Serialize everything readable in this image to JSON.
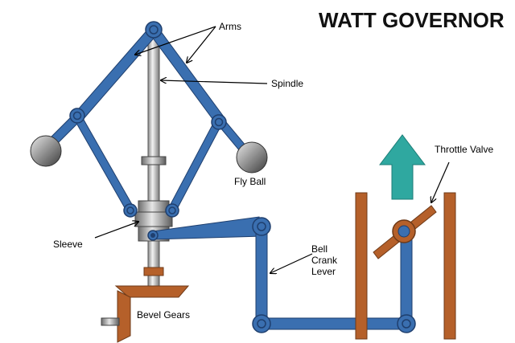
{
  "title": "WATT GOVERNOR",
  "labels": {
    "arms": "Arms",
    "spindle": "Spindle",
    "fly_ball": "Fly Ball",
    "sleeve": "Sleeve",
    "bevel_gears": "Bevel Gears",
    "bell_crank_lever": [
      "Bell",
      "Crank",
      "Lever"
    ],
    "throttle_valve": "Throttle Valve"
  },
  "colors": {
    "arm_blue": "#3a6fb0",
    "arm_outline": "#1f3f6e",
    "brown": "#b5602a",
    "teal_arrow": "#2fa8a0",
    "spindle_grey": "#b8b8b8",
    "ball_grey": "#808080"
  }
}
